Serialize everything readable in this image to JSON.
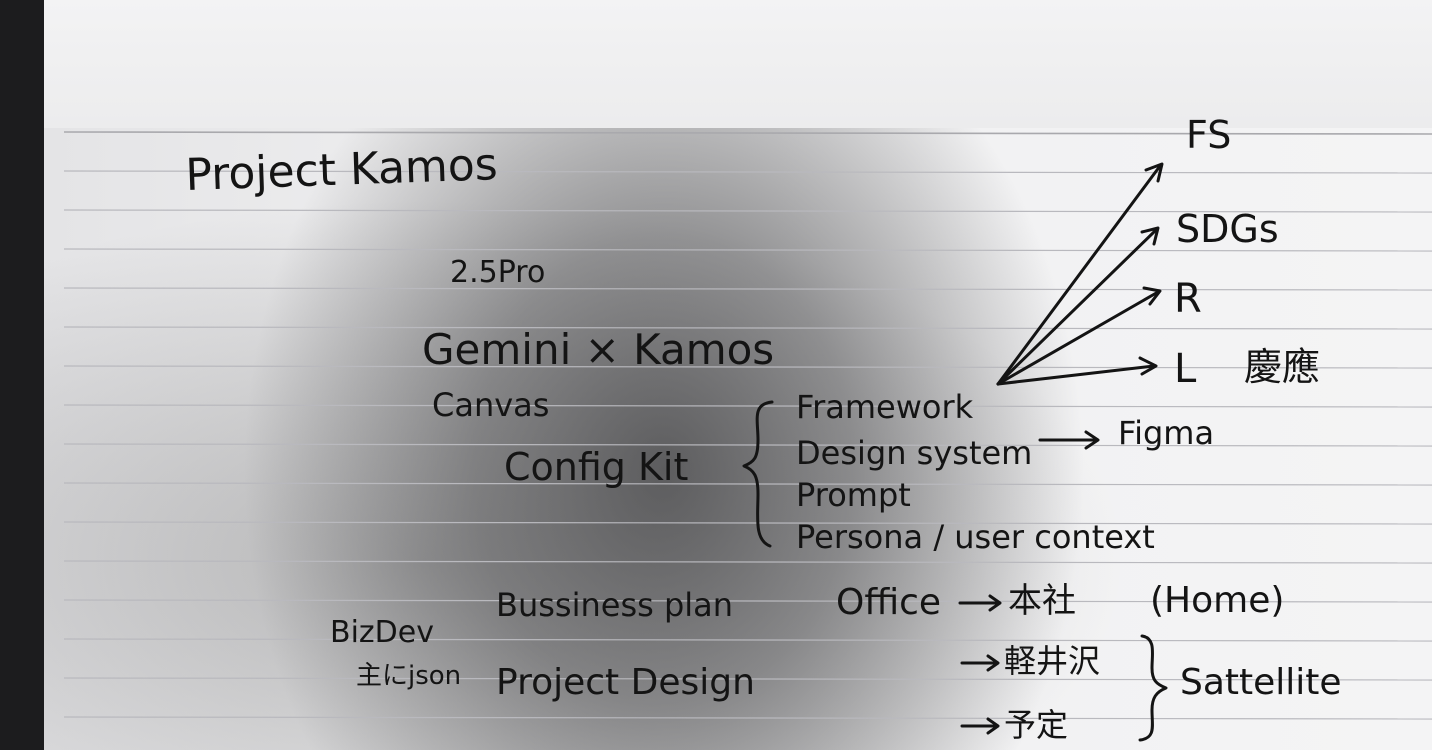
{
  "notes": {
    "title": "Project Kamos",
    "model": "2.5Pro",
    "gemini_line": "Gemini × Kamos",
    "canvas": "Canvas",
    "config_kit": "Config Kit",
    "kit_items": [
      "Framework",
      "Design system",
      "Prompt",
      "Persona / user context"
    ],
    "figma_target": "Figma",
    "branches": [
      "FS",
      "SDGs",
      "R",
      "L"
    ],
    "branch_note": "慶應",
    "bizdev": "BizDev",
    "bizdev_sub": "主にjson",
    "business_plan": "Bussiness plan",
    "project_design": "Project Design",
    "office": "Office",
    "home_jp": "本社",
    "home_en": "(Home)",
    "satellite_1": "軽井沢",
    "satellite_2": "予定",
    "satellite": "Sattellite"
  }
}
